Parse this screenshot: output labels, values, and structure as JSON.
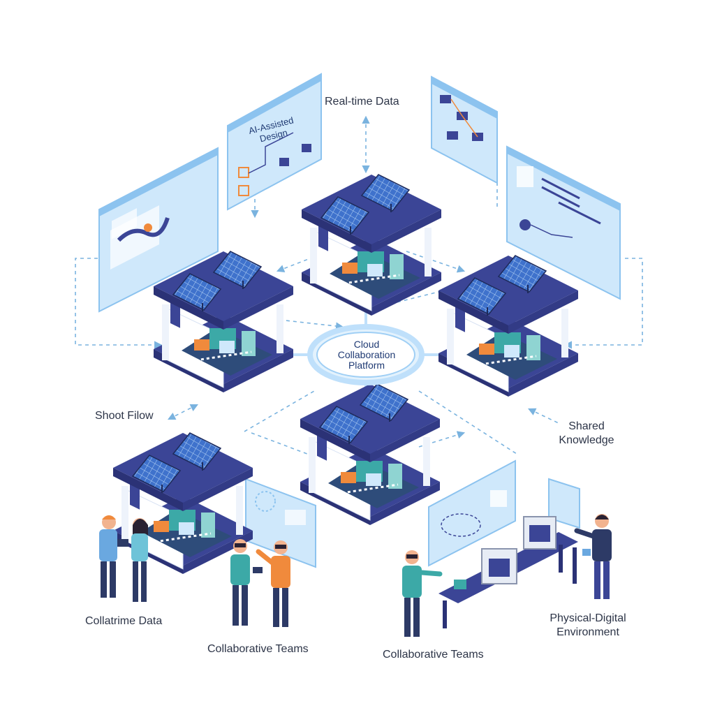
{
  "hub": {
    "line1": "Cloud",
    "line2": "Collaboration",
    "line3": "Platform"
  },
  "screens": {
    "ai_design_line1": "AI-Assisted",
    "ai_design_line2": "Design"
  },
  "labels": {
    "realtime_data": "Real-time Data",
    "shoot_flow": "Shoot Filow",
    "shared_knowledge_line1": "Shared",
    "shared_knowledge_line2": "Knowledge",
    "collatrime_data": "Collatrime Data",
    "collab_teams_left": "Collaborative Teams",
    "collab_teams_right": "Collaborative Teams",
    "phys_dig_line1": "Physical-Digital",
    "phys_dig_line2": "Environment"
  },
  "colors": {
    "roof": "#3b4596",
    "roof_side": "#2b3276",
    "panel": "#3c6fc8",
    "wall": "#ffffff",
    "screen": "#cfe8fb",
    "screen_edge": "#8cc3ef",
    "arrow": "#7ab3df",
    "hub_ring": "#bfe0fb",
    "skin": "#f2b38f",
    "hair": "#2a2233",
    "teal": "#3ca9a7",
    "orange": "#f08a3c",
    "navy": "#2d3a66"
  }
}
